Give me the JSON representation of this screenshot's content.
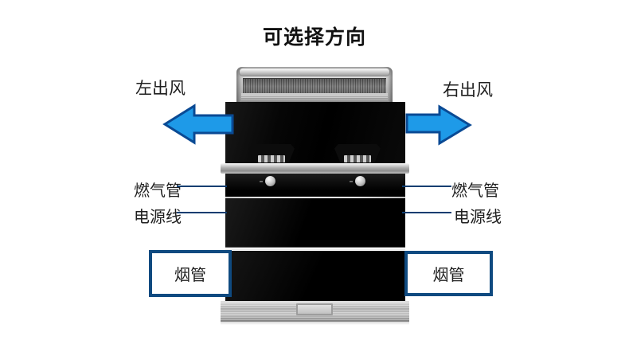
{
  "title": "可选择方向",
  "labels": {
    "left_air_outlet": "左出风",
    "right_air_outlet": "右出风",
    "gas_pipe_left": "燃气管",
    "gas_pipe_right": "燃气管",
    "power_cord_left": "电源线",
    "power_cord_right": "电源线",
    "flue_left": "烟管",
    "flue_right": "烟管"
  },
  "colors": {
    "arrow_fill": "#1e9ae8",
    "arrow_stroke": "#0a4a94",
    "leader_line": "#0d3d70",
    "flue_box_border": "#0f4a80",
    "label_text": "#1f1f1f",
    "title_text": "#111111",
    "background": "#ffffff"
  }
}
